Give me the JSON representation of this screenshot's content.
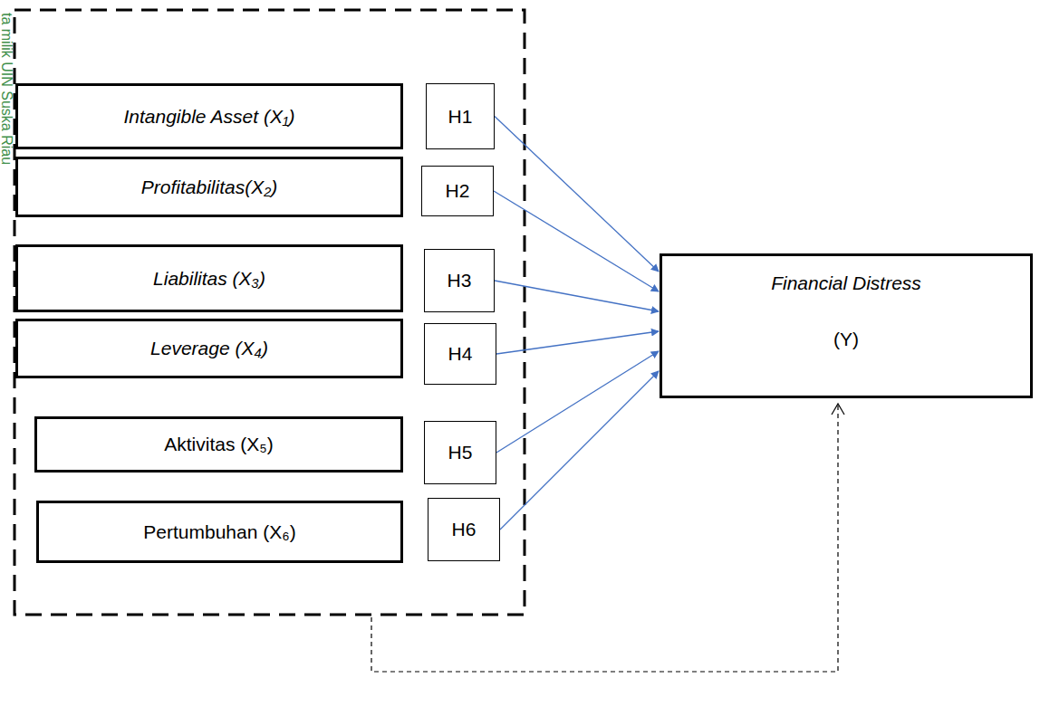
{
  "diagram": {
    "nodes": [
      {
        "text": [
          "Intangible Asset (X₁)"
        ]
      },
      {
        "text": [
          "H1"
        ]
      },
      {
        "text": [
          "Profitabilitas(X₂)"
        ]
      },
      {
        "text": [
          "H2"
        ]
      },
      {
        "text": [
          "Liabilitas (X₃)"
        ]
      },
      {
        "text": [
          "H3"
        ]
      },
      {
        "text": [
          "Leverage (X₄)"
        ]
      },
      {
        "text": [
          "H4"
        ]
      },
      {
        "text": [
          "Aktivitas (X₅)"
        ]
      },
      {
        "text": [
          "H5"
        ]
      },
      {
        "text": [
          "Pertumbuhan (X₆)"
        ]
      },
      {
        "text": [
          "H6"
        ]
      },
      {
        "text": [
          "Financial Distress",
          "(Y)"
        ]
      }
    ],
    "edges": [
      {
        "from": 1,
        "to": 12,
        "arrow": "to"
      },
      {
        "from": 3,
        "to": 12,
        "arrow": "to"
      },
      {
        "from": 5,
        "to": 12,
        "arrow": "to"
      },
      {
        "from": 7,
        "to": 12,
        "arrow": "to"
      },
      {
        "from": 9,
        "to": 12,
        "arrow": "to"
      },
      {
        "from": 11,
        "to": 12,
        "arrow": "to"
      }
    ],
    "labels": [
      "ta milik UIN Suska Riau"
    ]
  }
}
